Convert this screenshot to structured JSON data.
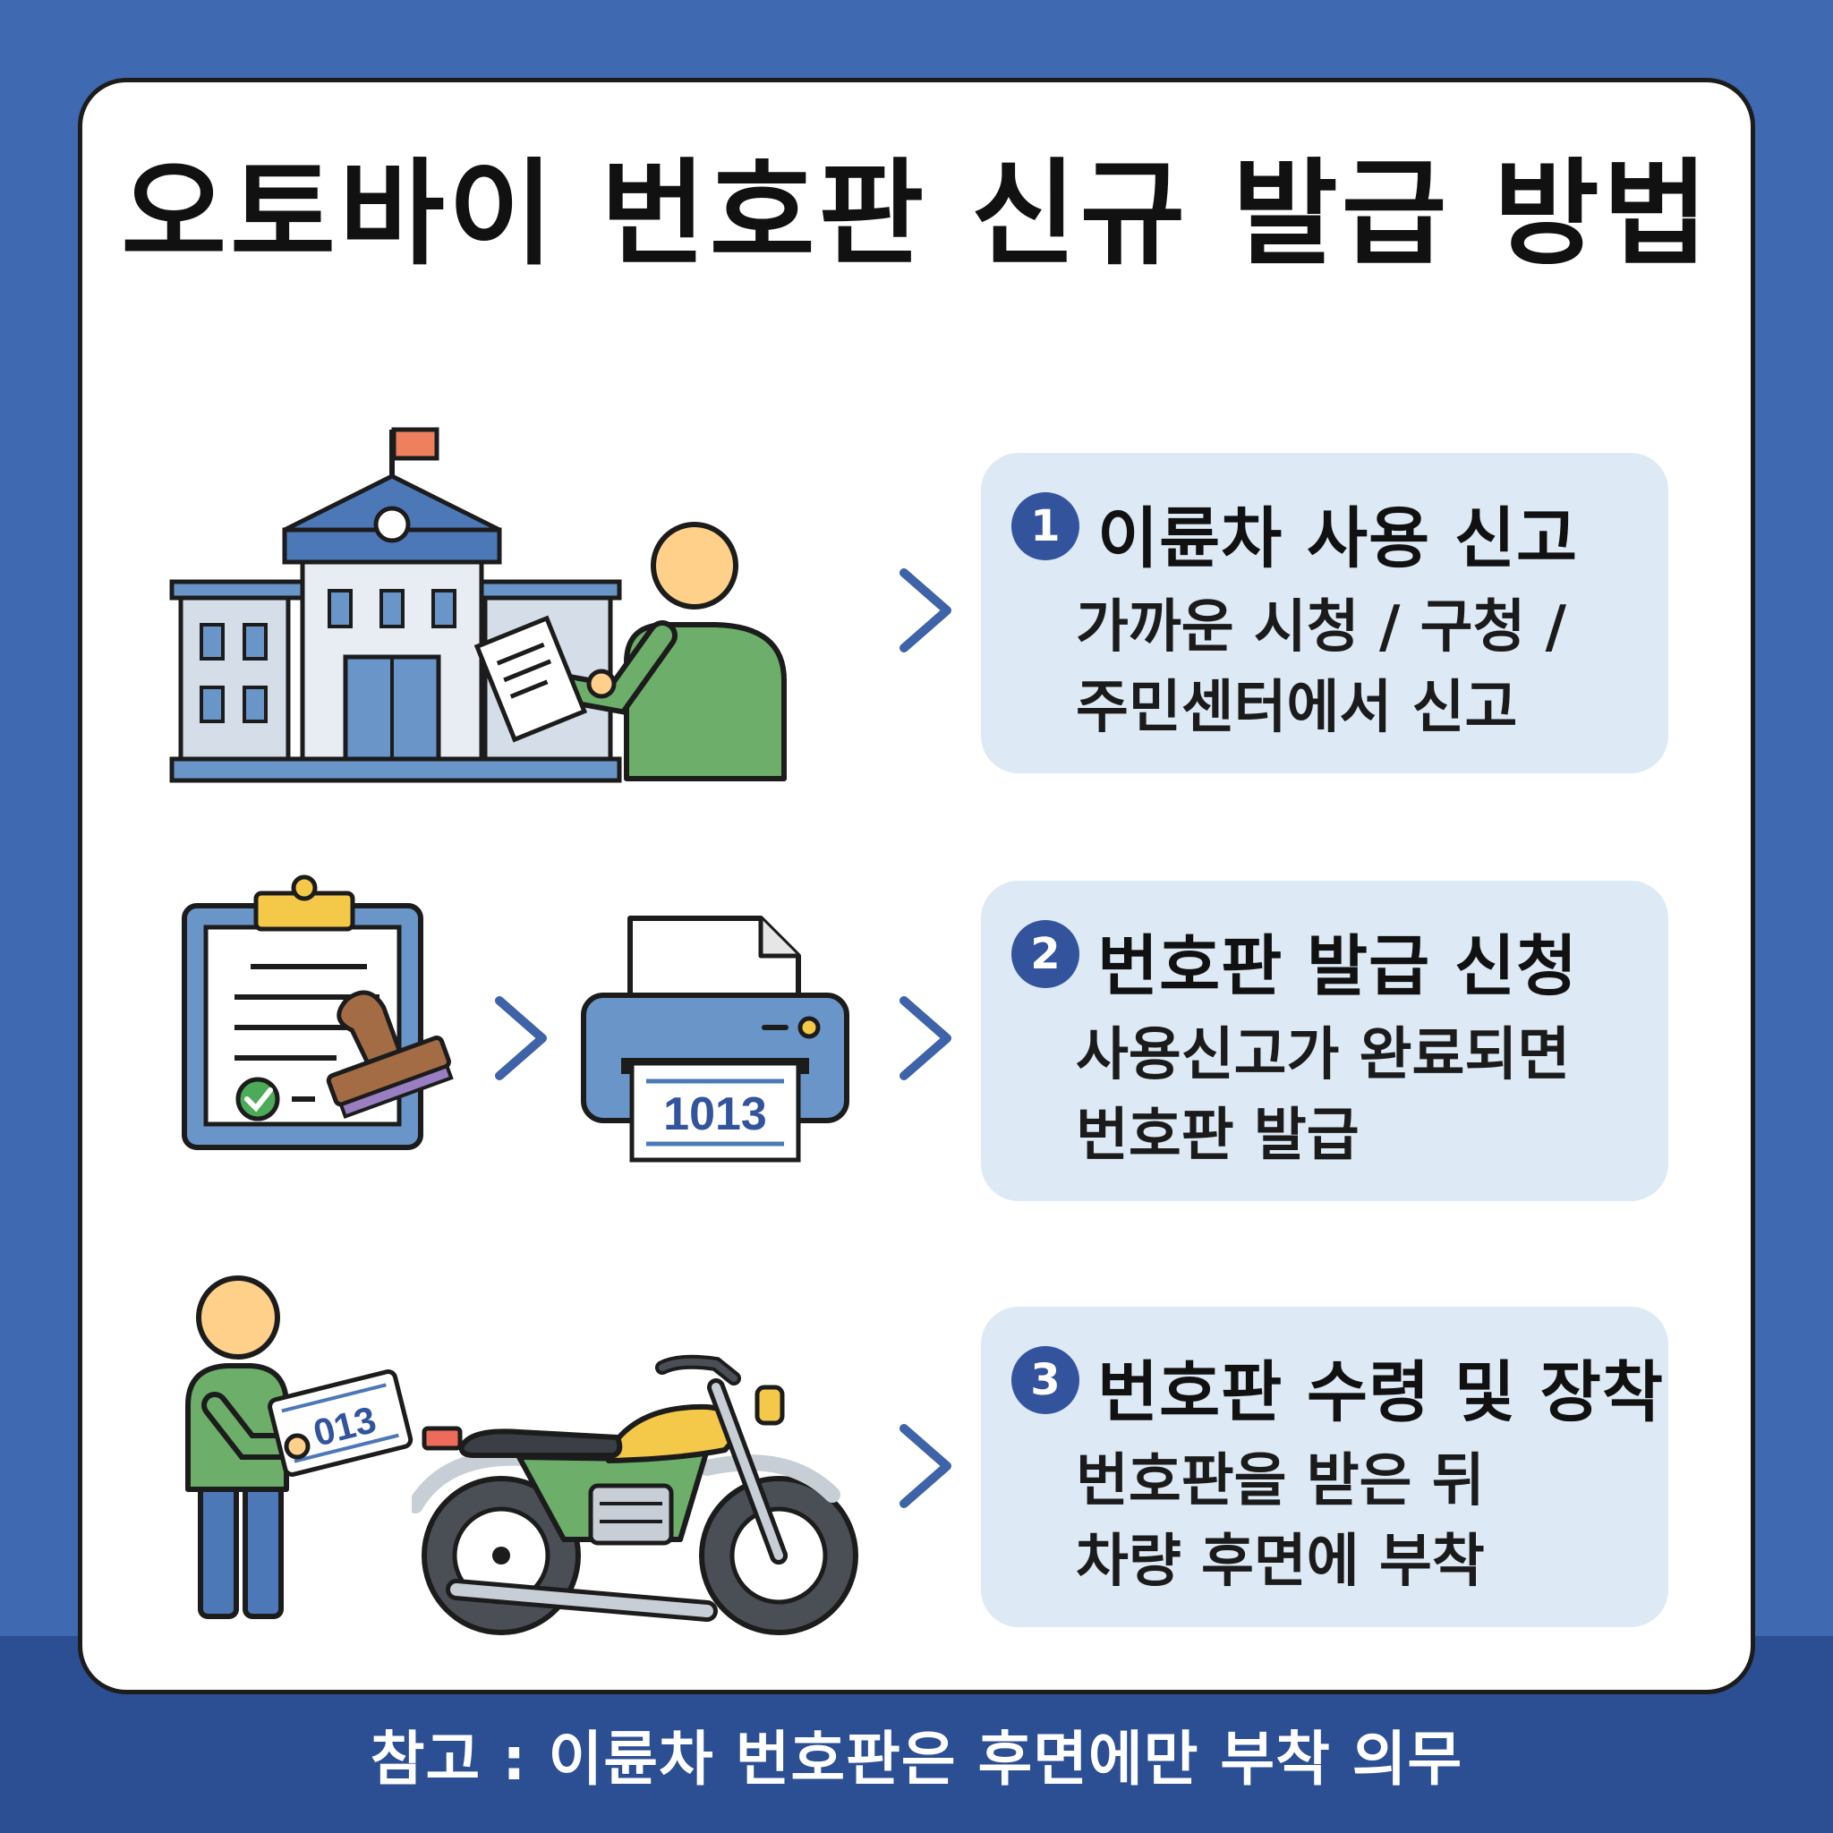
{
  "title": "오토바이 번호판 신규 발급 방법",
  "steps": [
    {
      "number": "1",
      "title": "이륜차 사용 신고",
      "desc": "가까운 시청 / 구청 /\n주민센터에서 신고"
    },
    {
      "number": "2",
      "title": "번호판 발급 신청",
      "desc": "사용신고가 완료되면\n번호판 발급"
    },
    {
      "number": "3",
      "title": "번호판 수령 및 장착",
      "desc": "번호판을 받은 뒤\n차량 후면에 부착"
    }
  ],
  "plate_printer": "1013",
  "plate_held": "013",
  "note": "참고 : 이륜차 번호판은 후면에만 부착 의무",
  "colors": {
    "background": "#3f69b0",
    "band": "#2c4e92",
    "step_box": "#dde9f5",
    "badge": "#33549c",
    "chevron": "#3f63a8"
  }
}
